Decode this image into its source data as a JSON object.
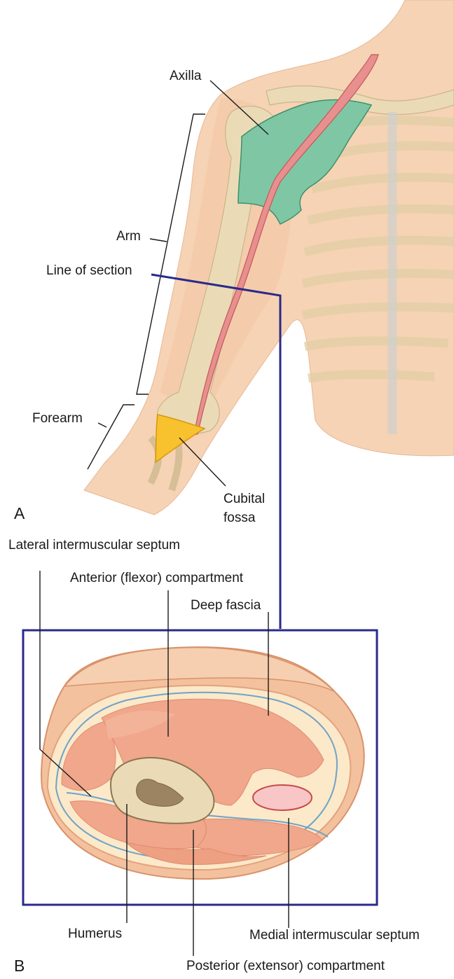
{
  "panel_a": {
    "letter": "A",
    "labels": {
      "axilla": "Axilla",
      "arm": "Arm",
      "line_of_section": "Line of section",
      "forearm": "Forearm",
      "cubital_1": "Cubital",
      "cubital_2": "fossa"
    }
  },
  "panel_b": {
    "letter": "B",
    "labels": {
      "lateral_septum": "Lateral intermuscular septum",
      "anterior": "Anterior (flexor) compartment",
      "deep_fascia": "Deep fascia",
      "humerus": "Humerus",
      "medial_septum": "Medial intermuscular septum",
      "posterior": "Posterior (extensor) compartment"
    }
  },
  "colors": {
    "skin": "#f6d3b4",
    "bone": "#eadbb6",
    "axilla": "#7fc7a4",
    "artery": "#e88f8f",
    "cubital": "#f7c22e",
    "section_line": "#2a2a8a",
    "muscle": "#f0a78b",
    "fascia": "#6fa3c8",
    "marrow": "#9c8462"
  }
}
